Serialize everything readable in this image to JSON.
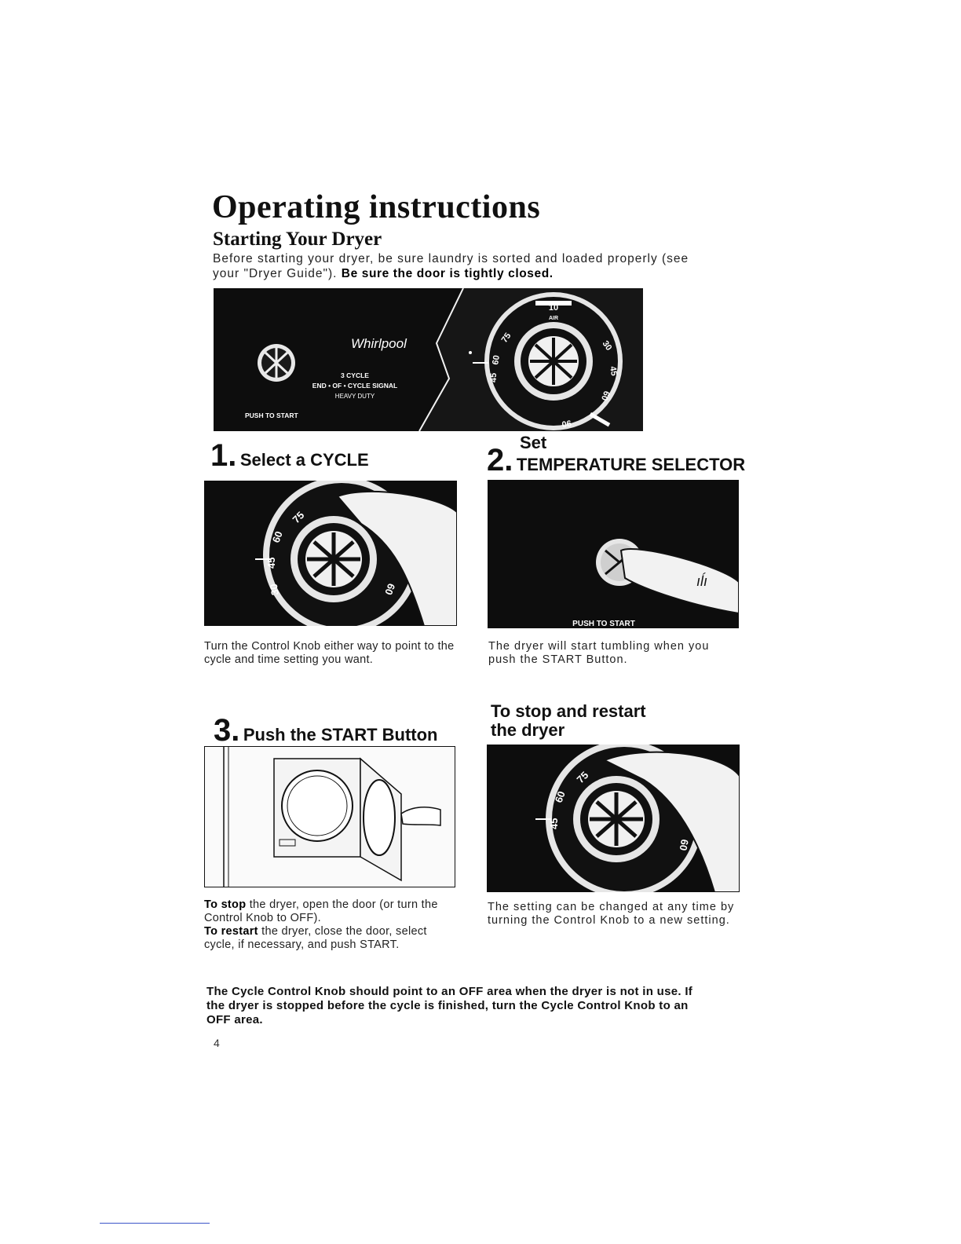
{
  "header": {
    "title": "Operating instructions",
    "subtitle": "Starting Your Dryer",
    "intro_text": "Before starting your dryer, be sure laundry is sorted and loaded properly (see your \"Dryer Guide\"). ",
    "intro_bold": "Be sure the door is tightly closed."
  },
  "control_panel": {
    "brand": "Whirlpool",
    "model_lines": [
      "3 CYCLE",
      "END • OF • CYCLE SIGNAL",
      "HEAVY DUTY"
    ],
    "push_to_start": "PUSH TO START",
    "dial_top_label": "10",
    "dial_air_label": "AIR"
  },
  "steps": [
    {
      "number": "1",
      "label": "Select a CYCLE",
      "text": "Turn the Control Knob either way to point to the cycle and time setting you want."
    },
    {
      "number": "2",
      "label_top": "Set",
      "label": "TEMPERATURE SELECTOR",
      "text": "The dryer will start tumbling when you push the START Button.",
      "panel_label": "PUSH TO START"
    },
    {
      "number": "3",
      "label": "Push the START Button",
      "stop_bold": "To stop",
      "stop_text": " the dryer, open the door (or turn the Control Knob to OFF).",
      "restart_bold": "To restart",
      "restart_text": " the dryer, close the door, select cycle, if necessary, and push START."
    }
  ],
  "restart_section": {
    "heading_line1": "To stop and restart",
    "heading_line2": "the dryer",
    "text": "The setting can be changed at any time by turning the Control Knob to a new setting."
  },
  "note": "The Cycle Control Knob should point to an OFF area when the dryer is not in use. If the dryer is stopped before the cycle is finished, turn the Cycle Control Knob to an OFF area.",
  "page_number": "4"
}
